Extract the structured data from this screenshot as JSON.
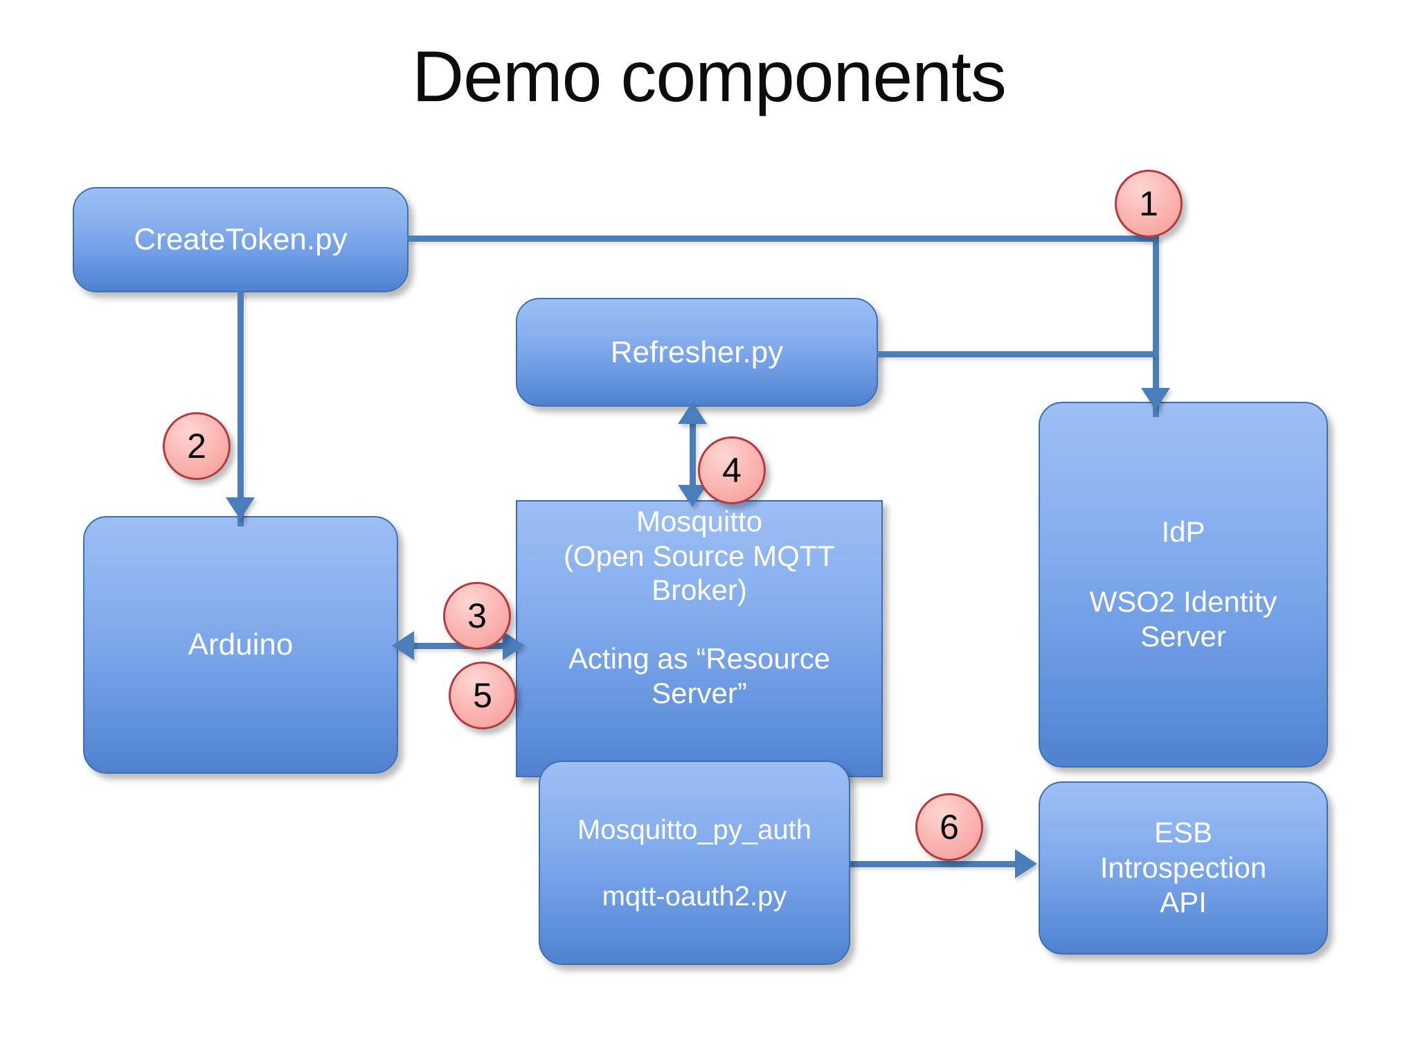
{
  "slide": {
    "title": "Demo components",
    "background": "#ffffff"
  },
  "colors": {
    "node_fill_top": "#9cbef4",
    "node_fill_bottom": "#4e82cf",
    "node_border": "#3c6fb5",
    "node_text": "#ffffff",
    "connector": "#4a7ebb",
    "badge_fill": "#fcb9b5",
    "badge_border": "#b43a3f",
    "badge_text": "#000000",
    "title_text": "#0c0c0c"
  },
  "nodes": {
    "createtoken": {
      "label": "CreateToken.py",
      "shape": "rounded-rectangle"
    },
    "refresher": {
      "label": "Refresher.py",
      "shape": "rounded-rectangle"
    },
    "arduino": {
      "label": "Arduino",
      "shape": "rounded-rectangle"
    },
    "mosquitto": {
      "label": "Mosquitto\n(Open Source MQTT Broker)\n\nActing as “Resource Server”",
      "shape": "rectangle"
    },
    "idp": {
      "label": "IdP\n\nWSO2 Identity Server",
      "shape": "rounded-rectangle"
    },
    "esb": {
      "label": "ESB\nIntrospection\nAPI",
      "shape": "rounded-rectangle"
    },
    "pyauth": {
      "label": "Mosquitto_py_auth\n\nmqtt-oauth2.py",
      "shape": "rounded-rectangle"
    }
  },
  "steps": [
    {
      "id": "1",
      "number": "1",
      "describes": "CreateToken.py and Refresher.py to IdP"
    },
    {
      "id": "2",
      "number": "2",
      "describes": "CreateToken.py to Arduino"
    },
    {
      "id": "3",
      "number": "3",
      "describes": "Arduino to Mosquitto"
    },
    {
      "id": "4",
      "number": "4",
      "describes": "Mosquitto to Refresher.py"
    },
    {
      "id": "5",
      "number": "5",
      "describes": "Mosquitto to Arduino"
    },
    {
      "id": "6",
      "number": "6",
      "describes": "Mosquitto_py_auth to ESB Introspection API"
    }
  ],
  "connectors": [
    {
      "name": "createtoken-to-idp",
      "from": "createtoken",
      "to": "idp",
      "direction": "one-way"
    },
    {
      "name": "refresher-to-idp",
      "from": "refresher",
      "to": "idp",
      "direction": "one-way"
    },
    {
      "name": "createtoken-to-arduino",
      "from": "createtoken",
      "to": "arduino",
      "direction": "one-way"
    },
    {
      "name": "mosquitto-refresher",
      "from": "mosquitto",
      "to": "refresher",
      "direction": "two-way"
    },
    {
      "name": "arduino-mosquitto",
      "from": "arduino",
      "to": "mosquitto",
      "direction": "two-way"
    },
    {
      "name": "pyauth-to-esb",
      "from": "pyauth",
      "to": "esb",
      "direction": "one-way"
    }
  ]
}
